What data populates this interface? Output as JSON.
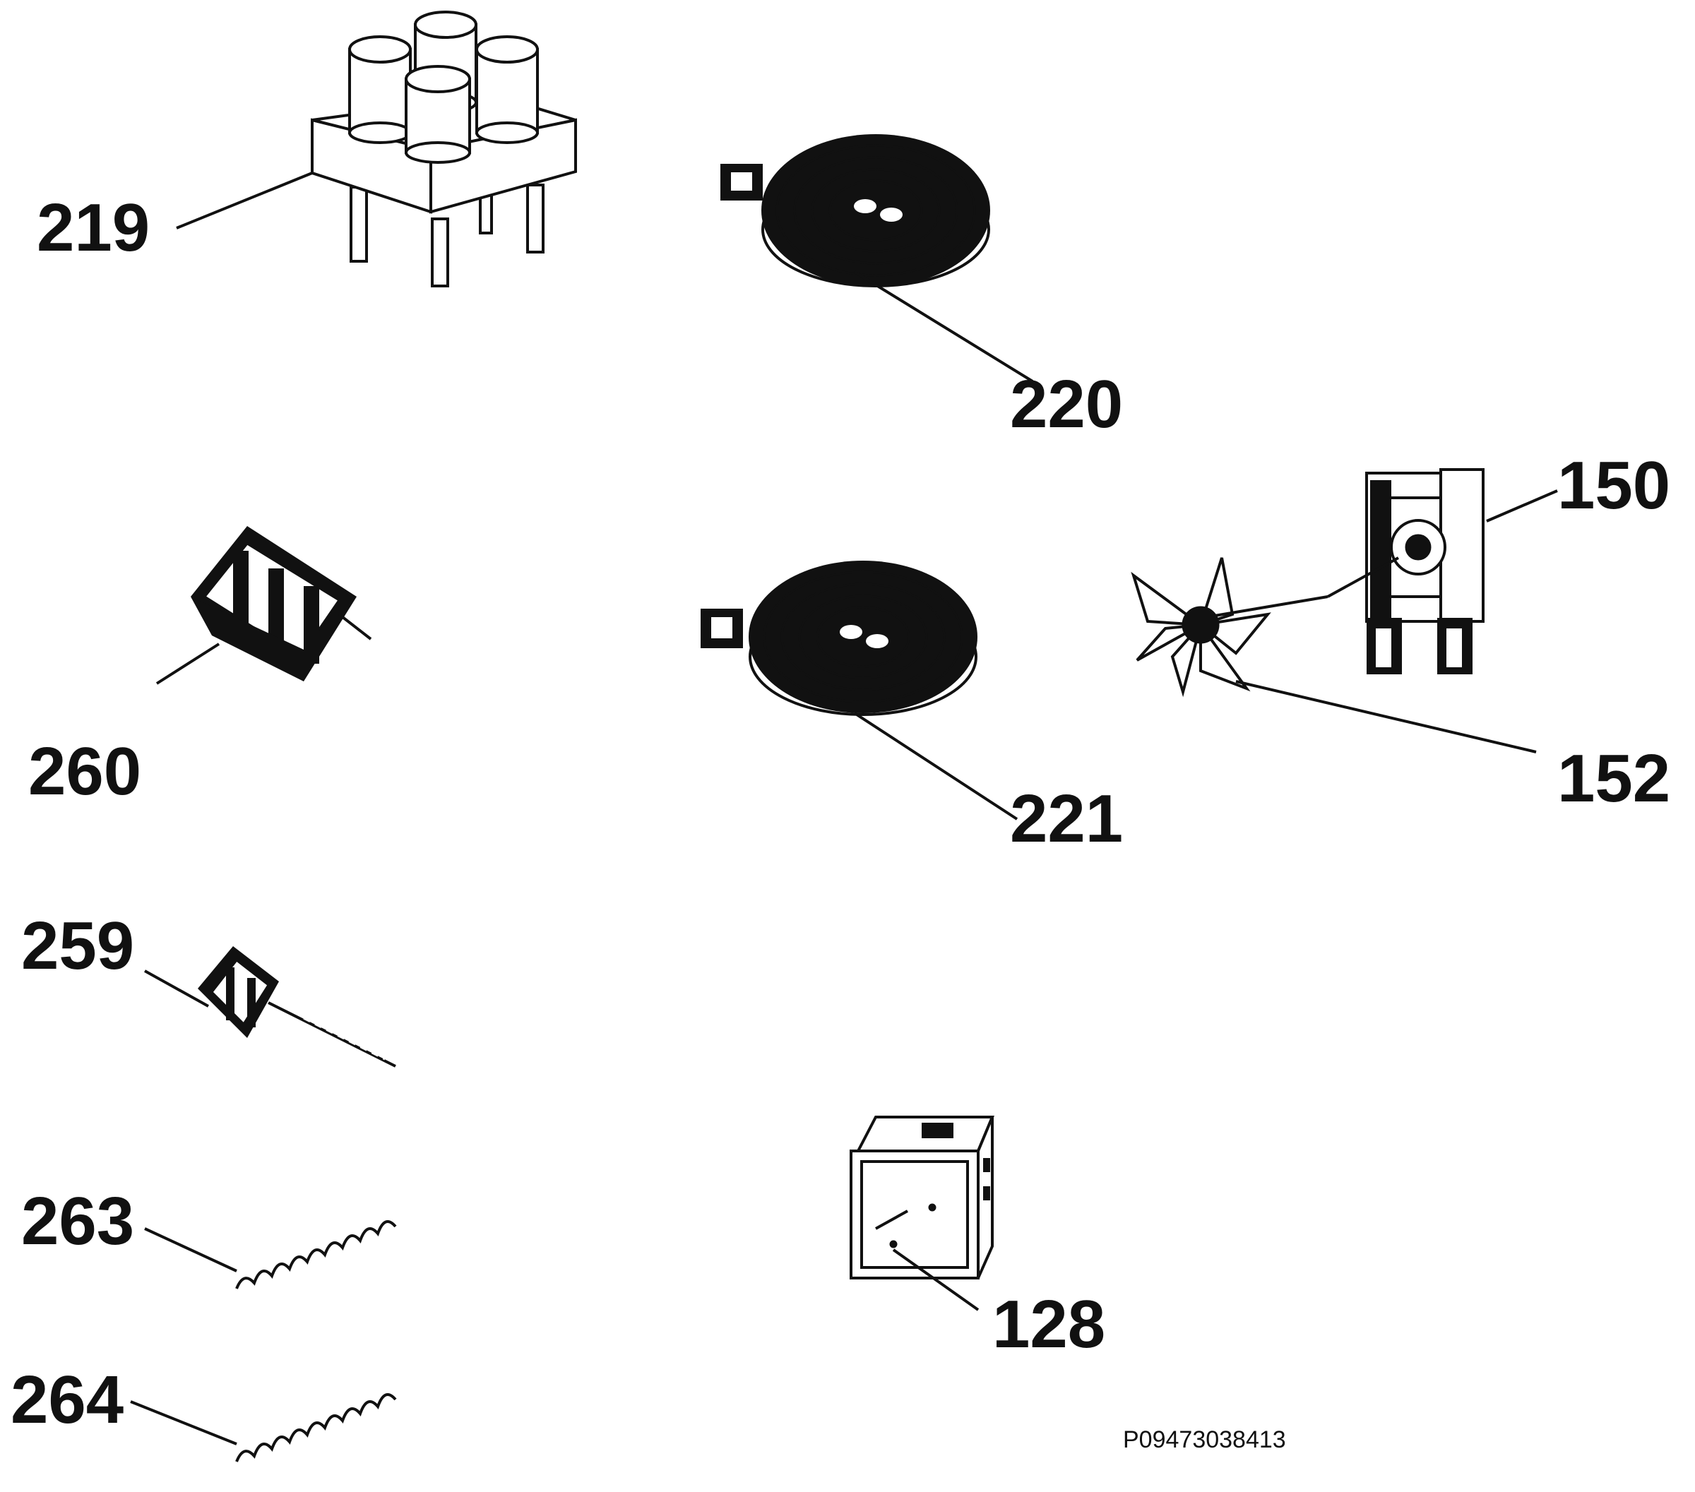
{
  "parts": {
    "p219": {
      "label": "219",
      "icon": "four-post-switch-block-icon"
    },
    "p220": {
      "label": "220",
      "icon": "radiant-hob-element-icon"
    },
    "p221": {
      "label": "221",
      "icon": "radiant-hob-element-icon"
    },
    "p150": {
      "label": "150",
      "icon": "fan-motor-icon"
    },
    "p152": {
      "label": "152",
      "icon": "fan-blade-icon"
    },
    "p260": {
      "label": "260",
      "icon": "selector-switch-icon"
    },
    "p259": {
      "label": "259",
      "icon": "rotary-control-icon"
    },
    "p263": {
      "label": "263",
      "icon": "spring-connector-icon"
    },
    "p264": {
      "label": "264",
      "icon": "spring-connector-icon"
    },
    "p128": {
      "label": "128",
      "icon": "timer-module-icon"
    }
  },
  "document_id": "P09473038413",
  "colors": {
    "ink": "#111111",
    "background": "#ffffff"
  }
}
